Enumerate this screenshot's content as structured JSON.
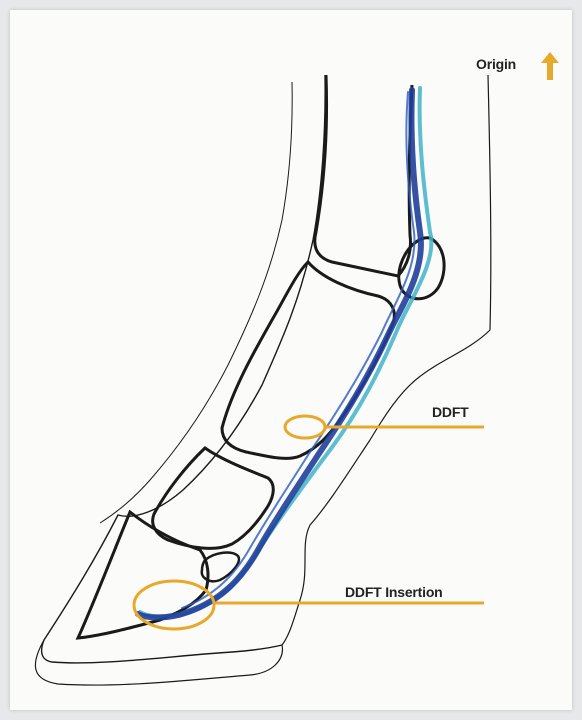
{
  "labels": {
    "origin": "Origin",
    "ddft": "DDFT",
    "ddft_insertion": "DDFT Insertion"
  },
  "colors": {
    "accent": "#e8a82a",
    "tendon_dark": "#1f3f9a",
    "tendon_light": "#3fb3c8",
    "outline": "#1a1a1a",
    "background": "#fbfbfa"
  },
  "icons": {
    "origin_arrow": "arrow-up-icon"
  }
}
